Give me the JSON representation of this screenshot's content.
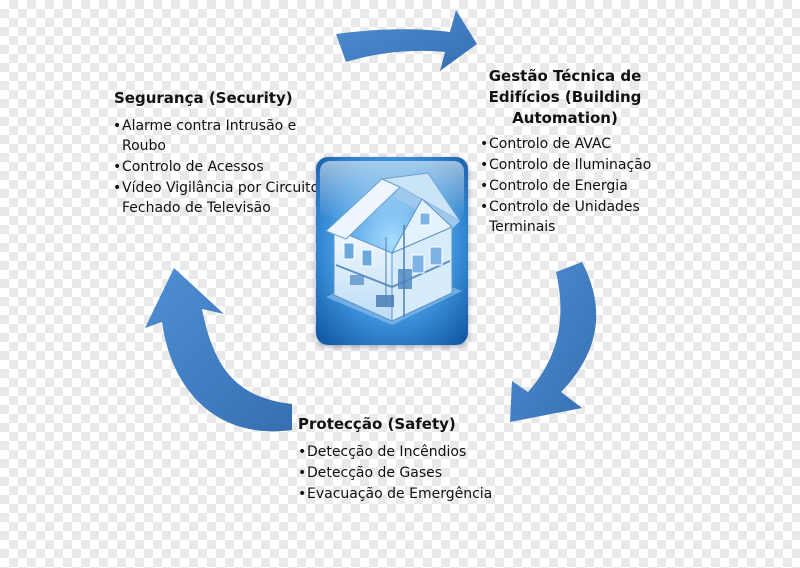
{
  "colors": {
    "arrow": "#3f7ec4",
    "tile_light": "#a7dcff",
    "tile_dark": "#0d4f9c"
  },
  "center_image": {
    "icon": "house-cutaway-icon"
  },
  "sections": {
    "security": {
      "heading": "Segurança (Security)",
      "items": [
        "Alarme contra Intrusão e Roubo",
        "Controlo de Acessos",
        "Vídeo Vigilância por Circuito Fechado de Televisão"
      ]
    },
    "building_automation": {
      "heading": "Gestão Técnica de Edifícios (Building Automation)",
      "items": [
        "Controlo de AVAC",
        "Controlo de Iluminação",
        "Controlo de Energia",
        "Controlo de Unidades Terminais"
      ]
    },
    "safety": {
      "heading": "Protecção (Safety)",
      "items": [
        "Detecção de Incêndios",
        "Detecção de Gases",
        "Evacuação de Emergência"
      ]
    }
  }
}
